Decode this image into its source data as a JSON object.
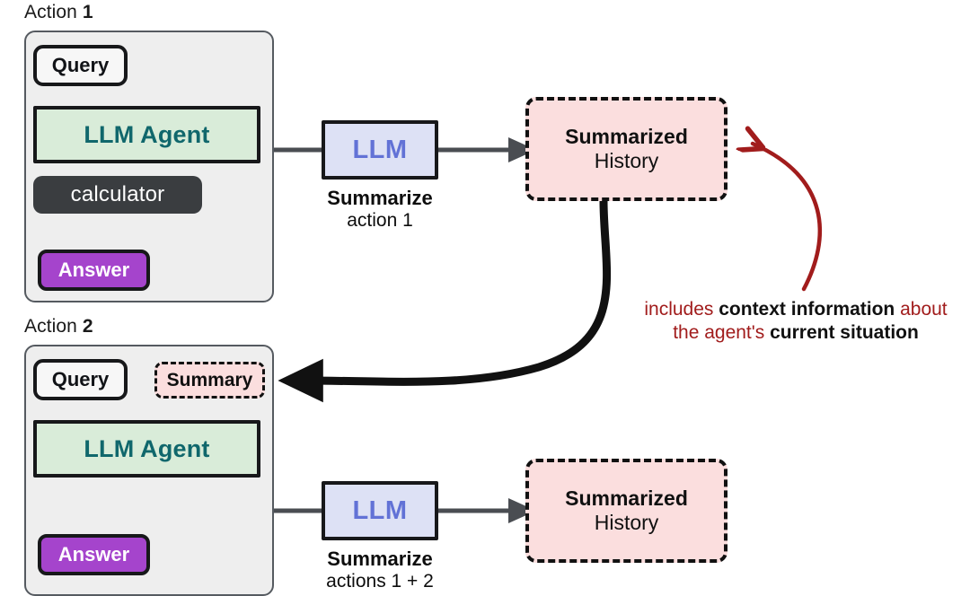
{
  "diagram": {
    "title": "LLM agent action summarization loop",
    "colors": {
      "panel_bg": "#eeeeee",
      "agent_green": "#d9ecd9",
      "agent_text_teal": "#10676c",
      "llm_lavender": "#dde1f5",
      "llm_text_blue": "#6272d6",
      "answer_purple": "#a544cc",
      "tool_dark": "#3a3d40",
      "history_pink": "#fbdede",
      "note_red": "#a11c1c",
      "stroke_dark": "#17181a",
      "arrow_gray": "#4a4d52"
    }
  },
  "actions": [
    {
      "caption_prefix": "Action ",
      "caption_number": "1",
      "query_label": "Query",
      "agent_label": "LLM Agent",
      "tool_label": "calculator",
      "answer_label": "Answer",
      "summary_label": null
    },
    {
      "caption_prefix": "Action ",
      "caption_number": "2",
      "query_label": "Query",
      "agent_label": "LLM Agent",
      "tool_label": null,
      "answer_label": "Answer",
      "summary_label": "Summary"
    }
  ],
  "llm_nodes": [
    {
      "box_label": "LLM",
      "caption_bold": "Summarize",
      "caption_plain": "action 1"
    },
    {
      "box_label": "LLM",
      "caption_bold": "Summarize",
      "caption_plain": "actions 1 + 2"
    }
  ],
  "history_nodes": [
    {
      "line1": "Summarized",
      "line2": "History"
    },
    {
      "line1": "Summarized",
      "line2": "History"
    }
  ],
  "note": {
    "line1_part1": "includes ",
    "line1_bold": "context information",
    "line1_part2": " about",
    "line2_part1": "the agent's ",
    "line2_bold": "current situation"
  }
}
